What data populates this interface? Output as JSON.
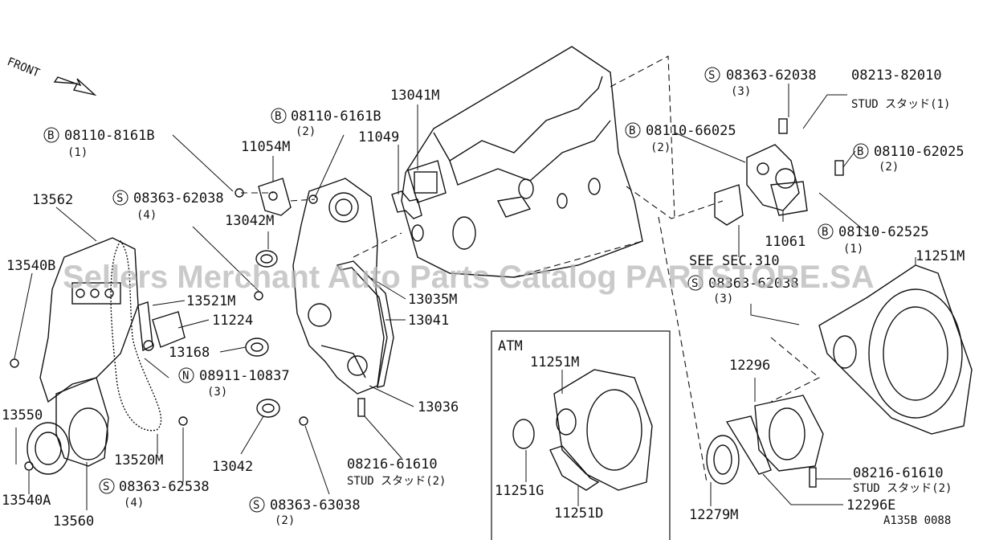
{
  "front_label": "FRONT",
  "watermark": "Sellers Merchant Auto Parts Catalog PARTSTORE.SA",
  "atm_label": "ATM",
  "see_sec": "SEE SEC.310",
  "diagram_code": "A135B 0088",
  "labels": {
    "b_08110_8161B": "08110-8161B",
    "q_1a": "(1)",
    "p_11054M": "11054M",
    "b_08110_6161B": "08110-6161B",
    "q_2a": "(2)",
    "p_13041M": "13041M",
    "p_11049": "11049",
    "p_13562": "13562",
    "s_08363_62038a": "08363-62038",
    "q_4a": "(4)",
    "p_13042M": "13042M",
    "p_13540B": "13540B",
    "p_13521M": "13521M",
    "p_11224": "11224",
    "p_13035M": "13035M",
    "p_13041": "13041",
    "p_13168": "13168",
    "n_08911_10837": "08911-10837",
    "q_3a": "(3)",
    "p_13036": "13036",
    "p_13550": "13550",
    "p_13520M": "13520M",
    "p_13042": "13042",
    "s_08363_62538": "08363-62538",
    "q_4b": "(4)",
    "p_08216_61610a": "08216-61610",
    "stud_2a": "STUD スタッド(2)",
    "p_13540A": "13540A",
    "p_13560": "13560",
    "s_08363_63038": "08363-63038",
    "q_2b": "(2)",
    "p_11251G": "11251G",
    "p_11251D": "11251D",
    "p_11251M_atm": "11251M",
    "s_08363_62038b": "08363-62038",
    "q_3b": "(3)",
    "p_08213_82010": "08213-82010",
    "stud_1": "STUD スタッド(1)",
    "b_08110_66025": "08110-66025",
    "q_2c": "(2)",
    "b_08110_62025": "08110-62025",
    "q_2d": "(2)",
    "p_11061": "11061",
    "b_08110_62525": "08110-62525",
    "q_1b": "(1)",
    "p_11251M": "11251M",
    "s_08363_62038c": "08363-62038",
    "q_3c": "(3)",
    "p_12296": "12296",
    "p_08216_61610b": "08216-61610",
    "stud_2b": "STUD スタッド(2)",
    "p_12296E": "12296E",
    "p_12279M": "12279M"
  },
  "prefix": {
    "b": "B",
    "s": "S",
    "n": "N"
  }
}
